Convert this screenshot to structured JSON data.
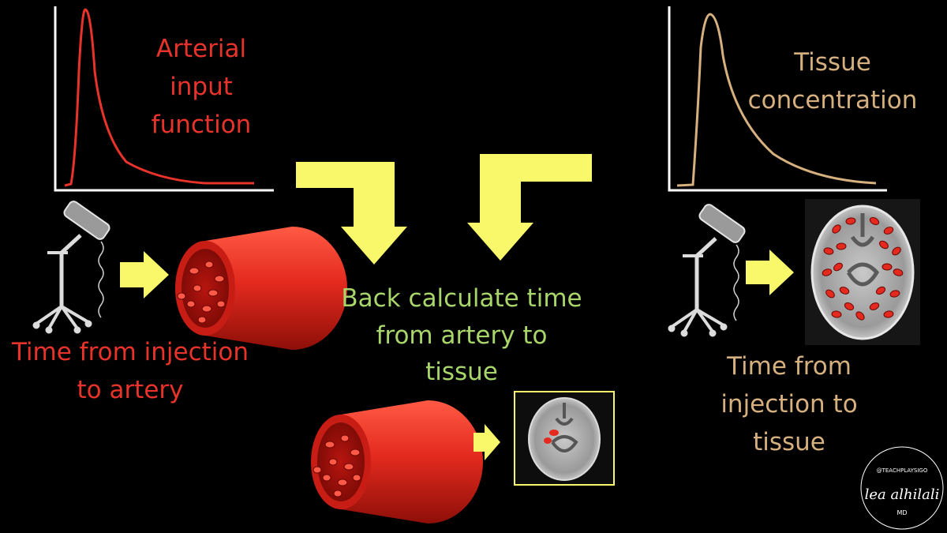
{
  "labels": {
    "arterial": "Arterial input function",
    "tissue": "Tissue concentration",
    "backcalc": "Back calculate time from artery to tissue",
    "inj_artery": "Time from injection to artery",
    "inj_tissue": "Time from injection to tissue"
  },
  "signature": {
    "handle": "@TEACHPLAYSIGO",
    "name": "lea alhilali",
    "suffix": "MD"
  },
  "colors": {
    "background": "#000000",
    "arterial": "#e8332a",
    "tissue": "#d6b07e",
    "backcalc": "#a8d66a",
    "arrow": "#f8f86a",
    "vessel": "#e42a1f"
  }
}
